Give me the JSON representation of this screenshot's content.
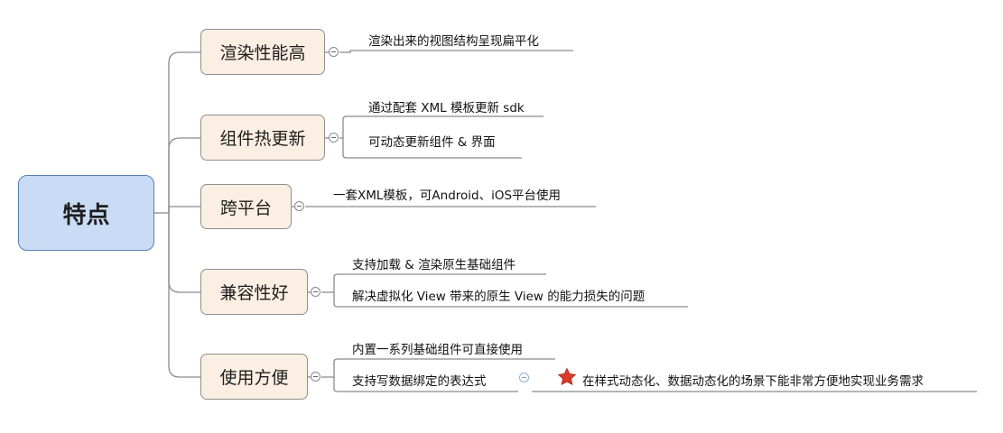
{
  "root": {
    "label": "特点"
  },
  "topics": [
    {
      "label": "渲染性能高",
      "leaves": [
        "渲染出来的视图结构呈现扁平化"
      ]
    },
    {
      "label": "组件热更新",
      "leaves": [
        "通过配套 XML 模板更新 sdk",
        "可动态更新组件 & 界面"
      ]
    },
    {
      "label": "跨平台",
      "leaves": [
        "一套XML模板，可Android、iOS平台使用"
      ]
    },
    {
      "label": "兼容性好",
      "leaves": [
        "支持加载 & 渲染原生基础组件",
        "解决虚拟化 View 带来的原生 View 的能力损失的问题"
      ]
    },
    {
      "label": "使用方便",
      "leaves": [
        "内置一系列基础组件可直接使用",
        "支持写数据绑定的表达式"
      ]
    }
  ],
  "subnote": {
    "label": "在样式动态化、数据动态化的场景下能非常方便地实现业务需求",
    "marker": "star-icon",
    "marker_color": "#d93a2b"
  },
  "colors": {
    "root_fill": "#c9dcf6",
    "topic_fill": "#fbeee2",
    "line": "#8a8a8a"
  }
}
